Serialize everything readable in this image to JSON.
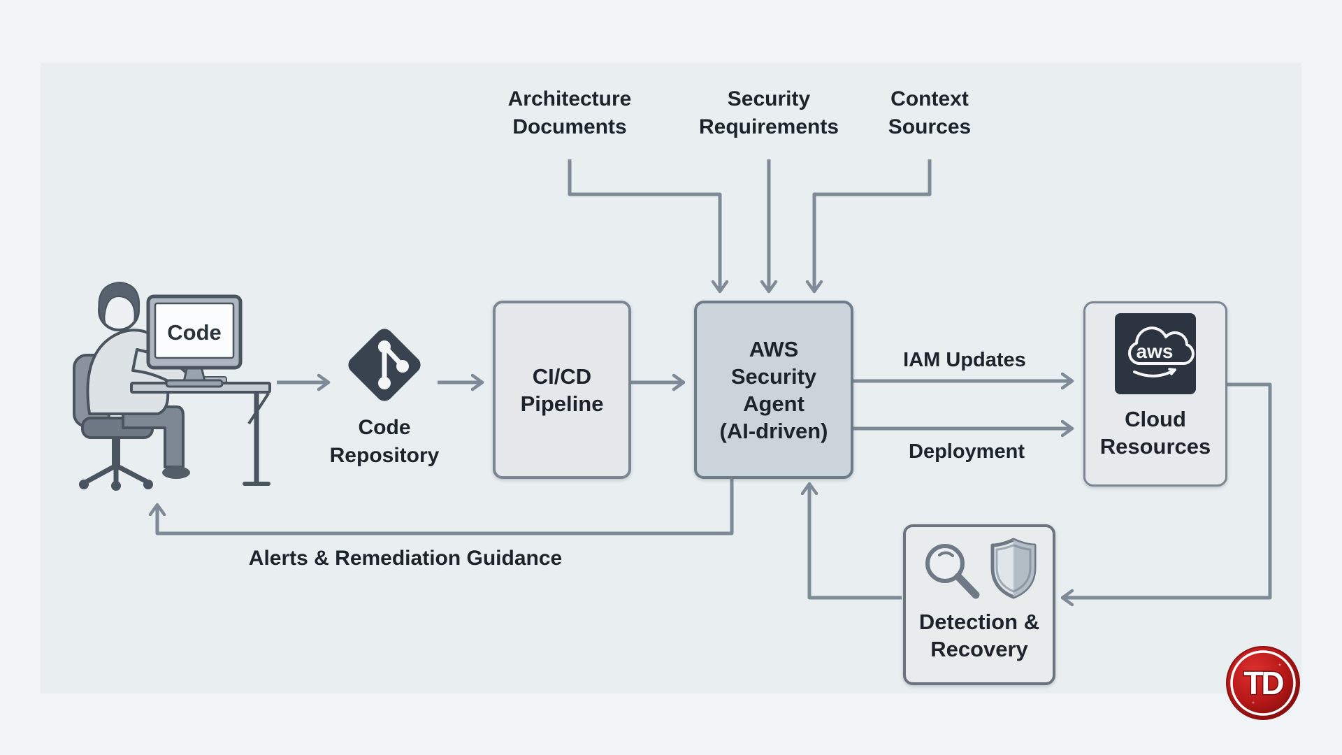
{
  "top_inputs": {
    "architecture": {
      "line1": "Architecture",
      "line2": "Documents"
    },
    "security": {
      "line1": "Security",
      "line2": "Requirements"
    },
    "context": {
      "line1": "Context",
      "line2": "Sources"
    }
  },
  "developer": {
    "screen_label": "Code"
  },
  "code_repository": {
    "line1": "Code",
    "line2": "Repository"
  },
  "cicd_pipeline": {
    "line1": "CI/CD",
    "line2": "Pipeline"
  },
  "security_agent": {
    "line1": "AWS",
    "line2": "Security",
    "line3": "Agent",
    "line4": "(AI-driven)"
  },
  "cloud_resources": {
    "line1": "Cloud",
    "line2": "Resources",
    "logo_text": "aws"
  },
  "detection_recovery": {
    "line1": "Detection &",
    "line2": "Recovery"
  },
  "edge_labels": {
    "iam_updates": "IAM Updates",
    "deployment": "Deployment",
    "alerts": "Alerts & Remediation Guidance"
  },
  "branding": {
    "watermark": "TD"
  },
  "colors": {
    "background": "#eef2f4",
    "panel": "#e8edef",
    "box_fill": "#e4e8eb",
    "agent_fill": "#ccd4db",
    "box_border": "#7b8692",
    "arrow": "#7e8b97",
    "text": "#1d232b",
    "dark_icon": "#343e4b",
    "aws_square": "#2c3440",
    "logo_red": "#b81818"
  }
}
